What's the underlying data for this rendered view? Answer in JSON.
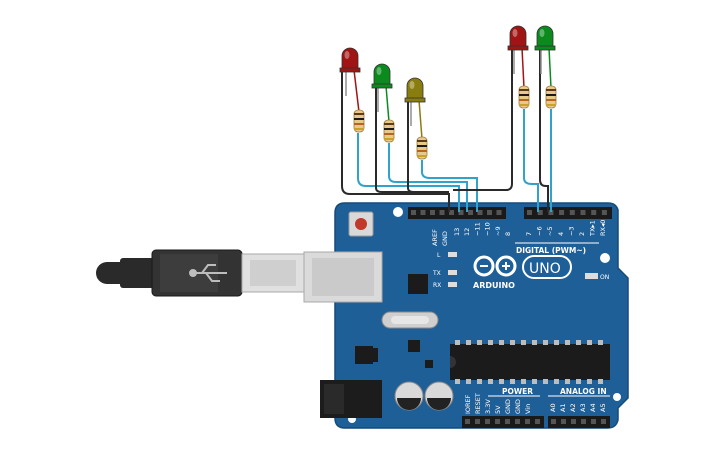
{
  "board": {
    "aref_label": "AREF",
    "gnd_label": "GND",
    "digital_label": "DIGITAL (PWM~)",
    "pins_left": [
      "13",
      "12",
      "~11",
      "~10",
      "~9",
      "8"
    ],
    "pins_right": [
      "7",
      "~6",
      "~5",
      "4",
      "~3",
      "2",
      "TX▸1",
      "RX◂0"
    ],
    "led_l": "L",
    "led_tx": "TX",
    "led_rx": "RX",
    "on_label": "ON",
    "brand": "ARDUINO",
    "model": "UNO",
    "power_label": "POWER",
    "power_pins": [
      "IOREF",
      "RESET",
      "3.3V",
      "5V",
      "GND",
      "GND",
      "Vin"
    ],
    "analog_label": "ANALOG IN",
    "analog_pins": [
      "A0",
      "A1",
      "A2",
      "A3",
      "A4",
      "A5"
    ]
  },
  "leds": [
    {
      "color": "#a11414",
      "pin": "13"
    },
    {
      "color": "#0b8a1e",
      "pin": "12"
    },
    {
      "color": "#8a7d10",
      "pin": "~11"
    },
    {
      "color": "#a11414",
      "pin": "~6"
    },
    {
      "color": "#0b8a1e",
      "pin": "~5"
    }
  ],
  "colors": {
    "board": "#1f5f98",
    "wire_signal": "#2fa3c9",
    "wire_ground": "#2a2a2a",
    "header": "#1a1a1a",
    "chip": "#1b1b1b"
  }
}
